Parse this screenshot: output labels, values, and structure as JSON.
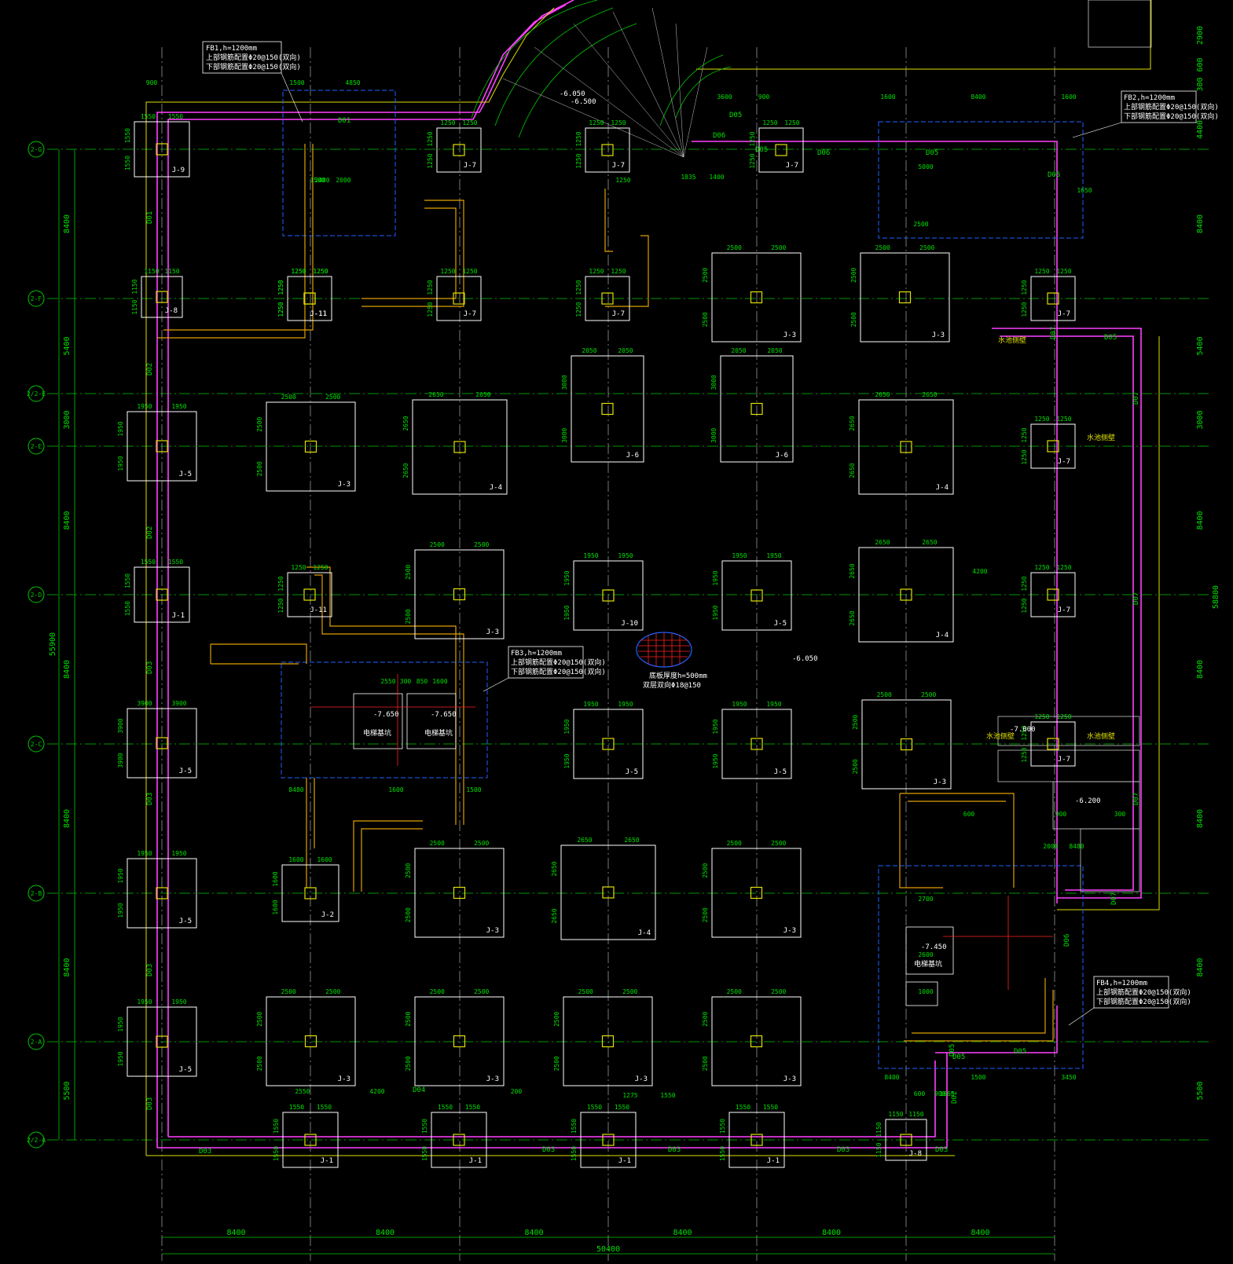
{
  "colors": {
    "background": "#000000",
    "grid": "#00c800",
    "axis_bubble": "#00c800",
    "footing": "#ffffff",
    "column": "#e0e000",
    "beam_edge": "#ff40ff",
    "dimension": "#00e000",
    "wall": "#e0a000",
    "pit": "#2060ff",
    "section_red": "#ff2020"
  },
  "axes": {
    "rows": [
      "2-G",
      "2-F",
      "2/2-E",
      "2-E",
      "2-D",
      "2-C",
      "2-B",
      "2-A",
      "2/2-A"
    ],
    "left_dims": [
      "8400",
      "5400",
      "3000",
      "8400",
      "8400",
      "8400",
      "8400",
      "5500"
    ],
    "right_dims": [
      "2900",
      "600",
      "300",
      "4400",
      "8400",
      "5400",
      "3000",
      "8400",
      "8400",
      "8400",
      "8400",
      "5500"
    ],
    "left_total": "55900",
    "right_total": "58800",
    "bottom_dims": [
      "8400",
      "8400",
      "8400",
      "8400",
      "8400",
      "8400"
    ],
    "bottom_total": "50400"
  },
  "notes": {
    "fb1": [
      "FB1,h=1200mm",
      "上部钢筋配置Φ20@150(双向)",
      "下部钢筋配置Φ20@150(双向)"
    ],
    "fb2": [
      "FB2,h=1200mm",
      "上部钢筋配置Φ20@150(双向)",
      "下部钢筋配置Φ20@150(双向)"
    ],
    "fb3": [
      "FB3,h=1200mm",
      "上部钢筋配置Φ20@150(双向)",
      "下部钢筋配置Φ20@150(双向)"
    ],
    "fb4": [
      "FB4,h=1200mm",
      "上部钢筋配置Φ20@150(双向)",
      "下部钢筋配置Φ20@150(双向)"
    ],
    "slab": [
      "底板厚度h=500mm",
      "双层双向Φ18@150"
    ],
    "lift1": "电梯基坑",
    "lift2": "电梯基坑",
    "lift3": "电梯基坑",
    "lvl_7650": "-7.650",
    "lvl_7650b": "-7.650",
    "lvl_7450": "-7.450",
    "lvl_6050": "-6.050",
    "lvl_6050b": "-6.050",
    "lvl_6500": "-6.500",
    "lvl_7000": "-7.000",
    "lvl_6200": "-6.200",
    "water": [
      "水池侧壁",
      "水池侧壁",
      "水池侧壁",
      "水池侧壁"
    ]
  },
  "footings": [
    {
      "label": "J-9",
      "w": "1550",
      "h": "1550"
    },
    {
      "label": "J-11",
      "w": "1250",
      "h": "1250"
    },
    {
      "label": "J-7",
      "w": "1250",
      "h": "1250"
    },
    {
      "label": "J-7",
      "w": "1250",
      "h": "1250"
    },
    {
      "label": "J-7",
      "w": "1250",
      "h": "1250"
    },
    {
      "label": "J-8",
      "w": "1150",
      "h": "1150"
    },
    {
      "label": "J-11",
      "w": "1250",
      "h": "1250"
    },
    {
      "label": "J-7",
      "w": "1250",
      "h": "1250"
    },
    {
      "label": "J-7",
      "w": "1250",
      "h": "1250"
    },
    {
      "label": "J-3",
      "w": "2500",
      "h": "2500"
    },
    {
      "label": "J-3",
      "w": "2500",
      "h": "2500"
    },
    {
      "label": "J-7",
      "w": "1250",
      "h": "1250"
    },
    {
      "label": "J-5",
      "w": "1950",
      "h": "1950"
    },
    {
      "label": "J-3",
      "w": "2500",
      "h": "2500"
    },
    {
      "label": "J-4",
      "w": "2650",
      "h": "2650"
    },
    {
      "label": "J-6",
      "w": "2050",
      "h": "3000"
    },
    {
      "label": "J-6",
      "w": "2050",
      "h": "3000"
    },
    {
      "label": "J-4",
      "w": "2650",
      "h": "2650"
    },
    {
      "label": "J-7",
      "w": "1250",
      "h": "1250"
    },
    {
      "label": "J-1",
      "w": "1550",
      "h": "1550"
    },
    {
      "label": "J-11",
      "w": "1250",
      "h": "1250"
    },
    {
      "label": "J-3",
      "w": "2500",
      "h": "2500"
    },
    {
      "label": "J-10",
      "w": "1950",
      "h": "1950"
    },
    {
      "label": "J-5",
      "w": "1950",
      "h": "1950"
    },
    {
      "label": "J-4",
      "w": "2650",
      "h": "2650"
    },
    {
      "label": "J-7",
      "w": "1250",
      "h": "1250"
    },
    {
      "label": "J-5",
      "w": "3900",
      "h": "3900"
    },
    {
      "label": "J-5",
      "w": "1950",
      "h": "1950"
    },
    {
      "label": "J-5",
      "w": "1950",
      "h": "1950"
    },
    {
      "label": "J-3",
      "w": "2500",
      "h": "2500"
    },
    {
      "label": "J-7",
      "w": "1250",
      "h": "1250"
    },
    {
      "label": "J-5",
      "w": "1950",
      "h": "1950"
    },
    {
      "label": "J-2",
      "w": "1600",
      "h": "1600"
    },
    {
      "label": "J-3",
      "w": "2500",
      "h": "2500"
    },
    {
      "label": "J-4",
      "w": "2650",
      "h": "2650"
    },
    {
      "label": "J-3",
      "w": "2500",
      "h": "2500"
    },
    {
      "label": "J-5",
      "w": "1950",
      "h": "1950"
    },
    {
      "label": "J-3",
      "w": "2500",
      "h": "2500"
    },
    {
      "label": "J-3",
      "w": "2500",
      "h": "2500"
    },
    {
      "label": "J-3",
      "w": "2500",
      "h": "2500"
    },
    {
      "label": "J-3",
      "w": "2500",
      "h": "2500"
    },
    {
      "label": "J-1",
      "w": "1550",
      "h": "1550"
    },
    {
      "label": "J-1",
      "w": "1550",
      "h": "1550"
    },
    {
      "label": "J-1",
      "w": "1550",
      "h": "1550"
    },
    {
      "label": "J-1",
      "w": "1550",
      "h": "1550"
    },
    {
      "label": "J-8",
      "w": "1150",
      "h": "1150"
    }
  ],
  "beams": {
    "top": [
      "D01",
      "D05",
      "D05",
      "D06",
      "D06",
      "D05",
      "D05",
      "D05"
    ],
    "left": [
      "D01",
      "D02",
      "D02",
      "D03",
      "D03",
      "D03",
      "D03"
    ],
    "bottom": [
      "D03",
      "D04",
      "D03",
      "D03",
      "D03",
      "D03",
      "D05",
      "D05"
    ],
    "right": [
      "D07",
      "D07",
      "D07",
      "D07",
      "D07",
      "D06",
      "D02",
      "D05"
    ]
  },
  "misc_dims": [
    "900",
    "1500",
    "4850",
    "1600",
    "8400",
    "1600",
    "3600",
    "900",
    "2000",
    "1500",
    "2550",
    "300",
    "850",
    "1600",
    "8480",
    "1600",
    "1500",
    "8400",
    "1500",
    "3450",
    "4200",
    "600",
    "900",
    "300",
    "2000",
    "8480",
    "4200",
    "200",
    "2550",
    "1275",
    "1550",
    "600",
    "900",
    "1665",
    "1835",
    "1400",
    "2400",
    "5000",
    "1650",
    "2500",
    "2700",
    "2600",
    "1000",
    "1250"
  ]
}
